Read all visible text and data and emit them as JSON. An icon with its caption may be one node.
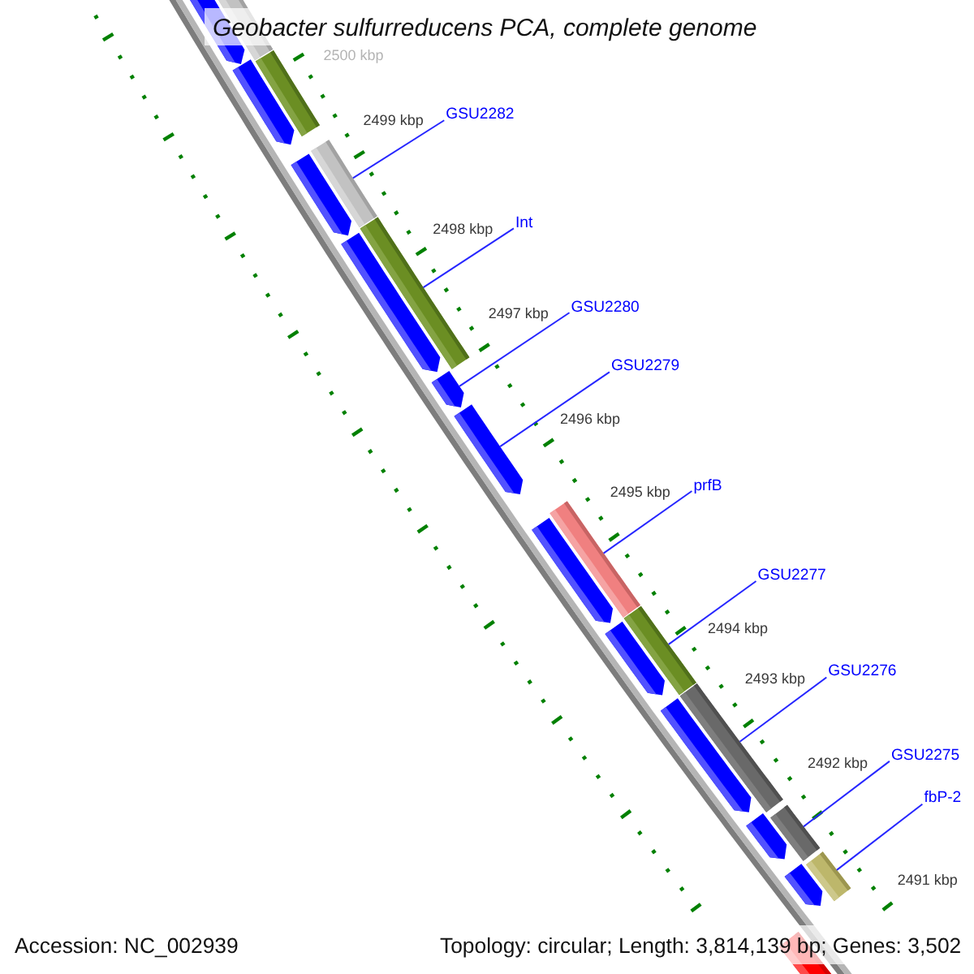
{
  "diagram": {
    "title": "Geobacter sulfurreducens PCA, complete genome",
    "nodes": [
      {
        "text": [
          "GSU2282"
        ]
      },
      {
        "text": [
          "Int"
        ]
      },
      {
        "text": [
          "GSU2280"
        ]
      },
      {
        "text": [
          "GSU2279"
        ]
      },
      {
        "text": [
          "prfB"
        ]
      },
      {
        "text": [
          "GSU2277"
        ]
      },
      {
        "text": [
          "GSU2276"
        ]
      },
      {
        "text": [
          "GSU2275"
        ]
      },
      {
        "text": [
          "fbP-2"
        ]
      },
      {
        "text": [],
        "shape": "bar"
      },
      {
        "text": [],
        "shape": "bar"
      },
      {
        "text": [],
        "shape": "bar"
      },
      {
        "text": [],
        "shape": "bar"
      },
      {
        "text": [],
        "shape": "bar"
      },
      {
        "text": [],
        "shape": "bar"
      },
      {
        "text": [],
        "shape": "bar"
      },
      {
        "text": [],
        "shape": "bar"
      },
      {
        "text": [],
        "shape": "bar"
      },
      {
        "text": [],
        "shape": "pentagon"
      },
      {
        "text": [],
        "shape": "pentagon"
      },
      {
        "text": [],
        "shape": "pentagon"
      },
      {
        "text": [],
        "shape": "pentagon"
      },
      {
        "text": [],
        "shape": "pentagon"
      },
      {
        "text": [],
        "shape": "pentagon"
      },
      {
        "text": [],
        "shape": "pentagon"
      },
      {
        "text": [],
        "shape": "pentagon"
      },
      {
        "text": [],
        "shape": "pentagon"
      },
      {
        "text": [],
        "shape": "pentagon"
      },
      {
        "text": [],
        "shape": "pentagon"
      },
      {
        "text": [],
        "shape": "bar"
      }
    ],
    "edges": [
      {
        "from": 0,
        "to": 11,
        "arrow": "none"
      },
      {
        "from": 1,
        "to": 12,
        "arrow": "none"
      },
      {
        "from": 2,
        "to": 22,
        "arrow": "none"
      },
      {
        "from": 3,
        "to": 23,
        "arrow": "none"
      },
      {
        "from": 4,
        "to": 13,
        "arrow": "none"
      },
      {
        "from": 5,
        "to": 14,
        "arrow": "none"
      },
      {
        "from": 6,
        "to": 15,
        "arrow": "none"
      },
      {
        "from": 7,
        "to": 16,
        "arrow": "none"
      },
      {
        "from": 8,
        "to": 17,
        "arrow": "none"
      }
    ],
    "labels": [
      "2500 kbp",
      "2499 kbp",
      "2498 kbp",
      "2497 kbp",
      "2496 kbp",
      "2495 kbp",
      "2494 kbp",
      "2493 kbp",
      "2492 kbp",
      "2491 kbp",
      "Accession: NC_002939",
      "Topology: circular; Length: 3,814,139 bp; Genes: 3,502"
    ]
  }
}
